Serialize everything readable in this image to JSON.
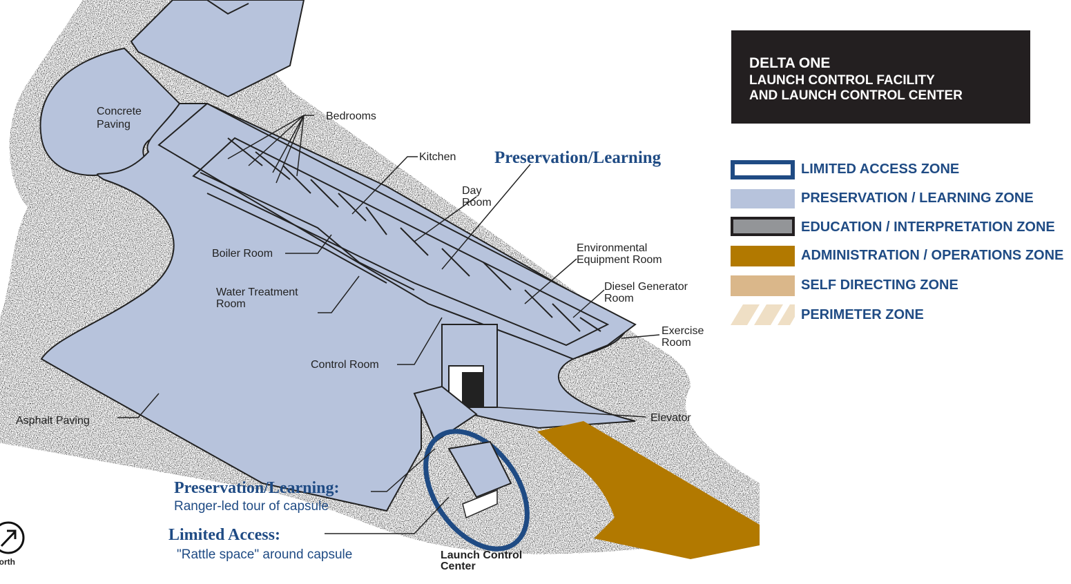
{
  "title": {
    "line1": "DELTA ONE",
    "line2": "LAUNCH CONTROL FACILITY",
    "line3": "AND LAUNCH CONTROL CENTER"
  },
  "legend": [
    {
      "label": "LIMITED ACCESS ZONE",
      "color": "#1f4b84",
      "style": "outline"
    },
    {
      "label": "PRESERVATION / LEARNING ZONE",
      "color": "#b7c3dc",
      "style": "fill"
    },
    {
      "label": "EDUCATION / INTERPRETATION ZONE",
      "color": "#939598",
      "style": "outline-fill"
    },
    {
      "label": "ADMINISTRATION / OPERATIONS ZONE",
      "color": "#b27900",
      "style": "fill"
    },
    {
      "label": "SELF DIRECTING ZONE",
      "color": "#dab78a",
      "style": "fill"
    },
    {
      "label": "PERIMETER ZONE",
      "color": "#efdfc5",
      "style": "hatch"
    }
  ],
  "labels": {
    "concrete_paving": "Concrete Paving",
    "bedrooms": "Bedrooms",
    "kitchen": "Kitchen",
    "day_room": "Day Room",
    "boiler_room": "Boiler Room",
    "water_treatment": "Water Treatment Room",
    "environmental": "Environmental Equipment Room",
    "diesel": "Diesel Generator Room",
    "exercise": "Exercise Room",
    "control_room": "Control Room",
    "elevator": "Elevator",
    "asphalt": "Asphalt Paving",
    "lcc": "Launch Control Center",
    "north": "North"
  },
  "zone_callouts": {
    "preservation_top": "Preservation/Learning",
    "preservation_head": "Preservation/Learning:",
    "preservation_sub": "Ranger-led tour of capsule",
    "limited_head": "Limited Access:",
    "limited_sub": "\"Rattle space\" around capsule"
  },
  "colors": {
    "preservation": "#b7c3dc",
    "administration": "#b27900",
    "limited": "#1f4b84",
    "title_bg": "#231f20"
  }
}
